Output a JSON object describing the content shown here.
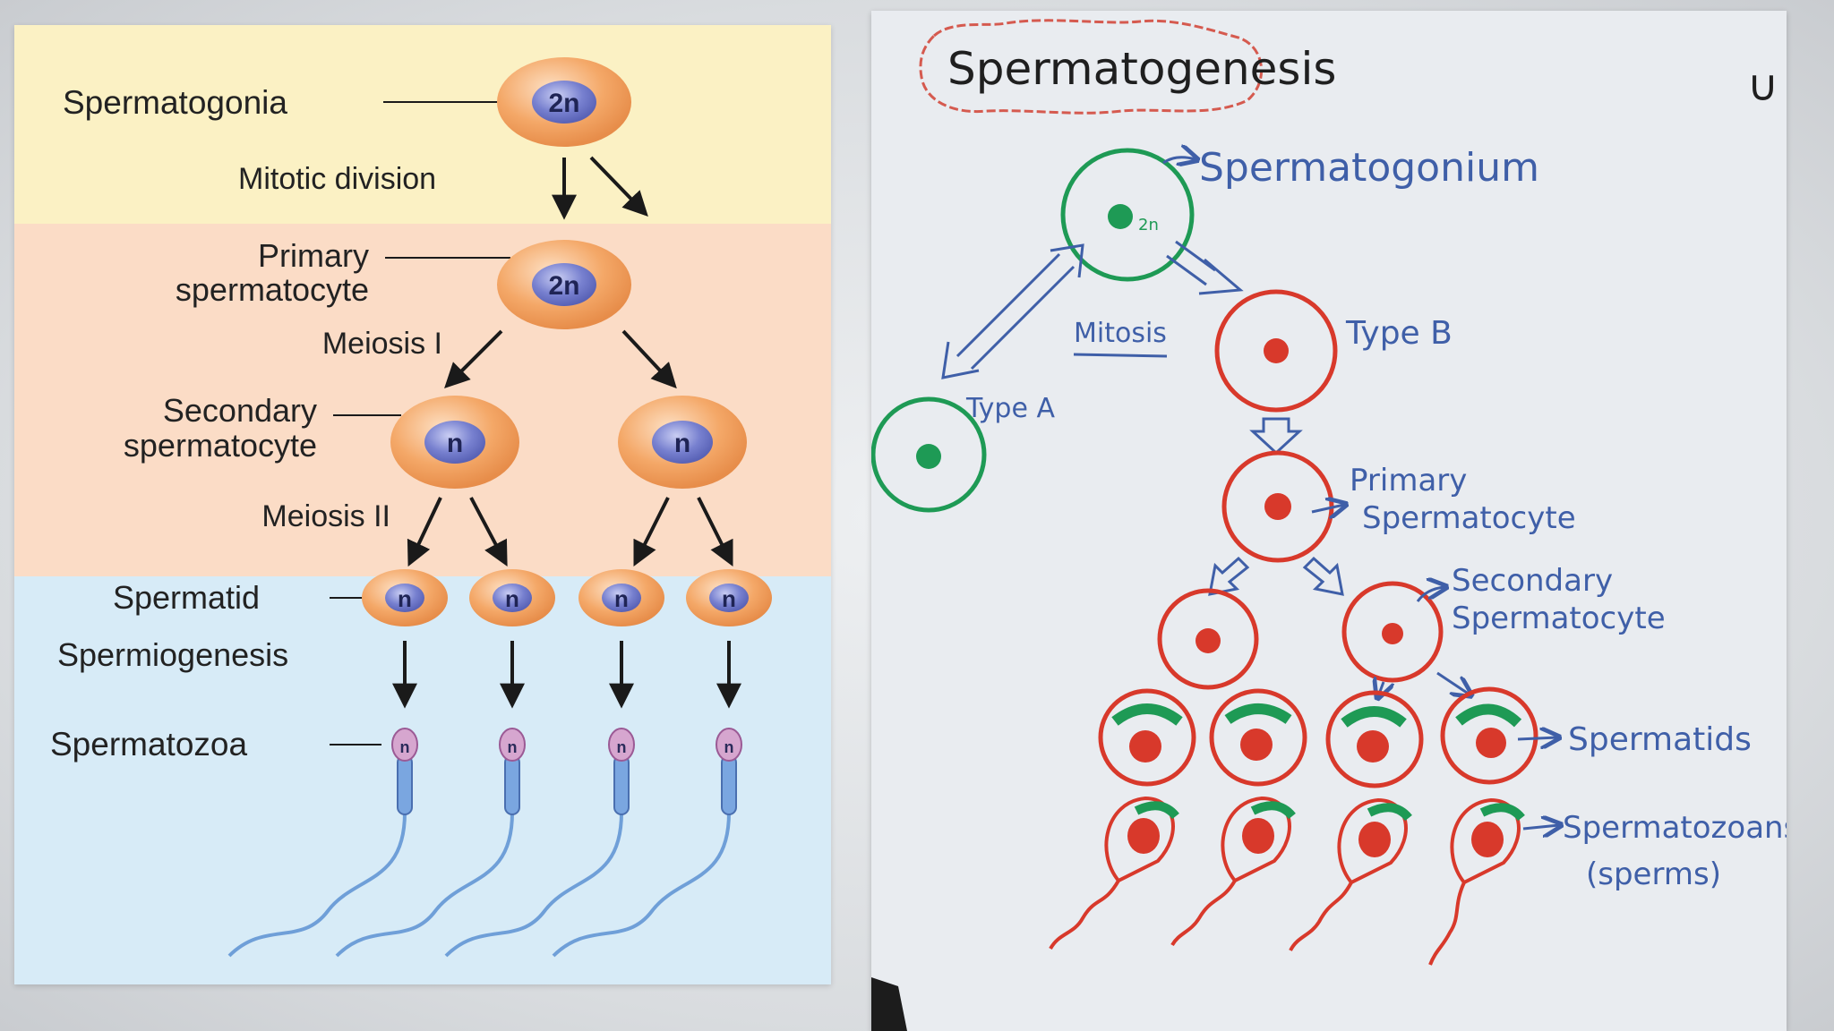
{
  "left": {
    "labels": {
      "spermatogonia": "Spermatogonia",
      "mitotic": "Mitotic division",
      "primary_1": "Primary",
      "primary_2": "spermatocyte",
      "meiosis1": "Meiosis I",
      "secondary_1": "Secondary",
      "secondary_2": "spermatocyte",
      "meiosis2": "Meiosis II",
      "spermatid": "Spermatid",
      "spermiogenesis": "Spermiogenesis",
      "spermatozoa": "Spermatozoa"
    },
    "ploidy": {
      "diploid": "2n",
      "haploid": "n"
    },
    "colors": {
      "band_top": "#fbf1c4",
      "band_mid": "#fbdcc6",
      "band_bottom": "#d7ebf7",
      "cell": "#f3a664",
      "nucleus": "#6f77c9",
      "tail": "#6f9fd8"
    }
  },
  "right": {
    "title": "Spermatogenesis",
    "corner_mark": "∪",
    "labels": {
      "spermatogonium": "Spermatogonium",
      "diploid": "2n",
      "mitosis": "Mitosis",
      "type_a": "Type A",
      "type_b": "Type B",
      "primary_1": "Primary",
      "primary_2": "Spermatocyte",
      "secondary_1": "Secondary",
      "secondary_2": "Spermatocyte",
      "spermatids": "Spermatids",
      "spermatozoans_1": "Spermatozoans",
      "spermatozoans_2": "(sperms)"
    },
    "colors": {
      "board": "#e9ecf0",
      "green": "#1e9a55",
      "red": "#d8392b",
      "blue_ink": "#3f5fa8",
      "title_outline": "#d55a4f"
    }
  }
}
